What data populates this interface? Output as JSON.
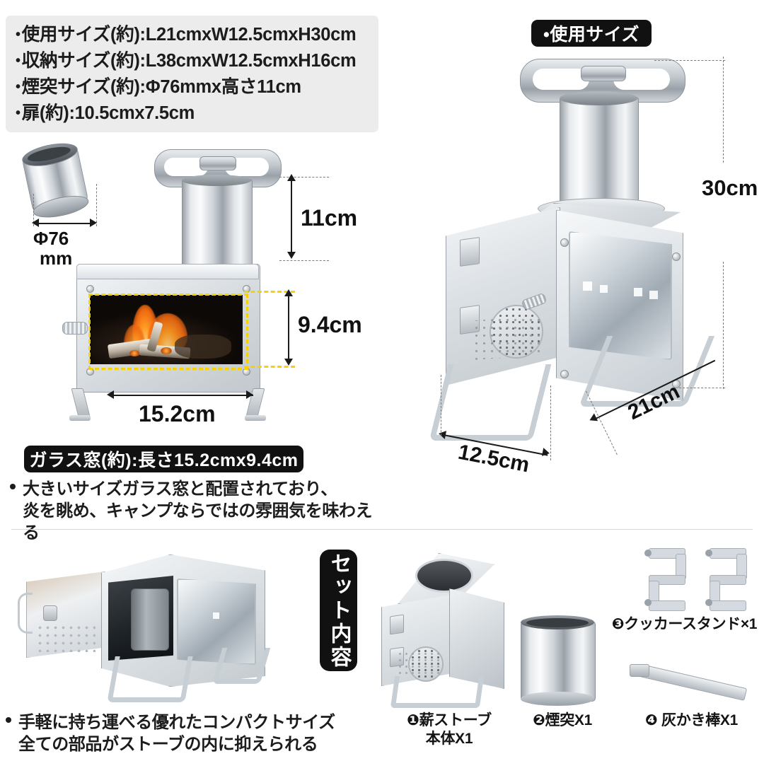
{
  "spec_box": {
    "items": [
      "使用サイズ(約):L21cmxW12.5cmxH30cm",
      "収納サイズ(約):L38cmxW12.5cmxH16cm",
      "煙突サイズ(約):Φ76mmx高さ11cm",
      "扉(約):10.5cmx7.5cm"
    ]
  },
  "badges": {
    "usage_size": "•使用サイズ",
    "glass_window": "ガラス窓(約):長さ15.2cmx9.4cm",
    "set_contents": "セット内容"
  },
  "left_diagram": {
    "chimney_diameter_line1": "Φ76",
    "chimney_diameter_line2": "mm",
    "chimney_height": "11cm",
    "window_height": "9.4cm",
    "window_width": "15.2cm"
  },
  "right_diagram": {
    "total_height": "30cm",
    "depth": "21cm",
    "width": "12.5cm"
  },
  "descriptions": {
    "glass_window_line1": "大きいサイズガラス窓と配置されており、",
    "glass_window_line2": "炎を眺め、キャンプならではの雰囲気を味わえる",
    "compact_line1": "手軽に持ち運べる優れたコンパクトサイズ",
    "compact_line2": "全ての部品がストーブの内に抑えられる"
  },
  "set_contents": {
    "items": [
      {
        "caption": "❶薪ストーブ\n本体X1",
        "icon": "stove-body-icon"
      },
      {
        "caption": "❷煙突X1",
        "icon": "chimney-pipe-icon"
      },
      {
        "caption": "❸クッカースタンド×1",
        "icon": "cooker-stand-icon"
      },
      {
        "caption": "❹ 灰かき棒X1",
        "icon": "ash-poker-icon"
      }
    ]
  },
  "colors": {
    "badge_background": "#111111",
    "badge_text": "#ffffff",
    "spec_box_background": "#ececec",
    "body_text": "#1c1c1c",
    "dimension_line": "#1b1b1b",
    "glass_outline_highlight": "#f5d300",
    "flame": "#ff9a23",
    "metal": "#c8ced4"
  }
}
